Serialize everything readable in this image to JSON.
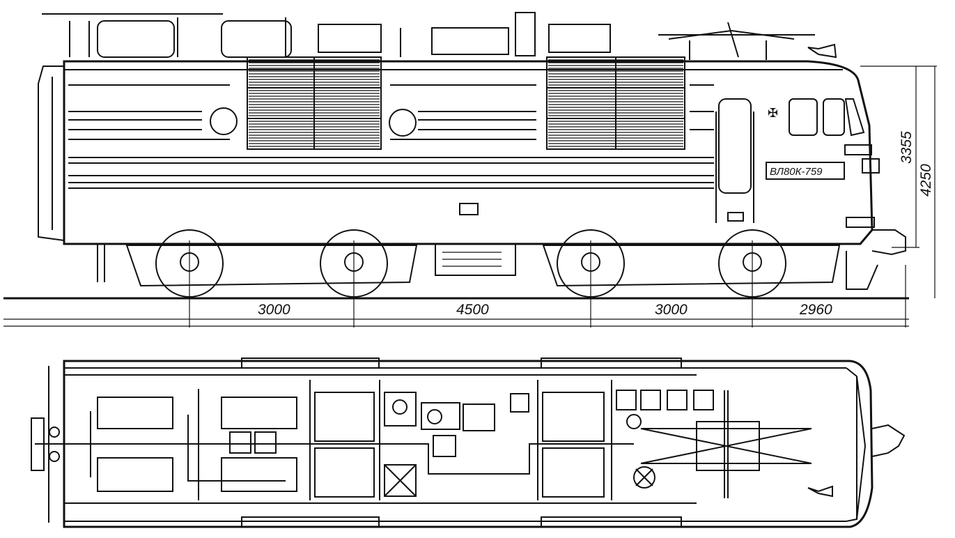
{
  "drawing": {
    "number_plate": "ВЛ80К-759",
    "horizontal_dimensions": [
      "3000",
      "4500",
      "3000",
      "2960"
    ],
    "vertical_dimensions": [
      "3355",
      "4250"
    ]
  }
}
